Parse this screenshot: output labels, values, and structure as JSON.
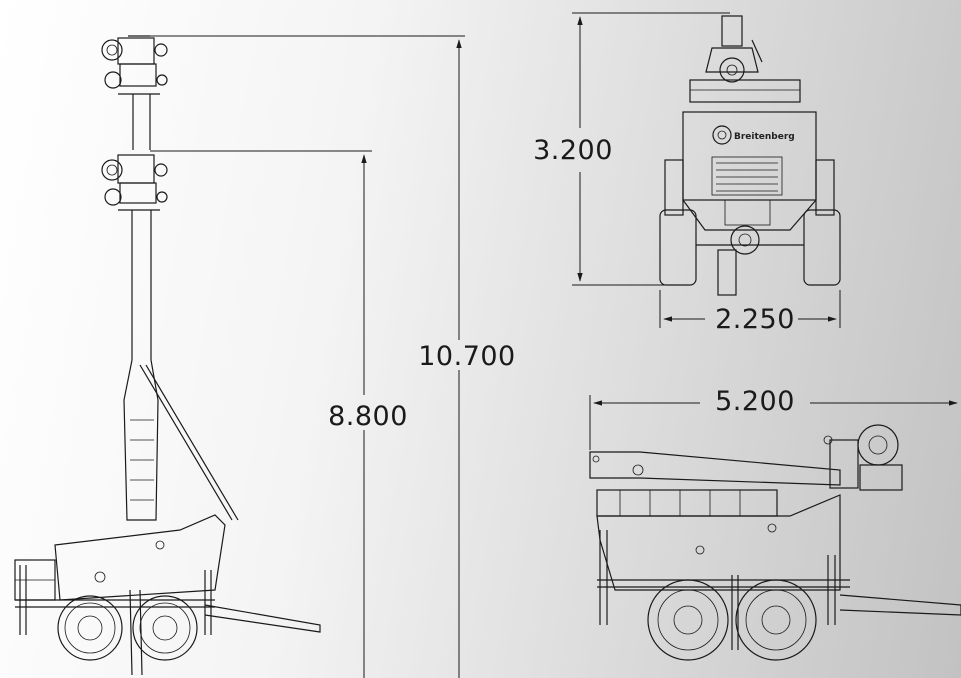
{
  "dimensions": {
    "overall_height": "10.700",
    "mast_height": "8.800",
    "front_height": "3.200",
    "front_width": "2.250",
    "transport_length": "5.200"
  },
  "logo": {
    "text": "Breitenberg"
  },
  "colors": {
    "ink": "#1a1a1a",
    "bg_light": "#ffffff",
    "bg_dark": "#c2c2c2"
  }
}
